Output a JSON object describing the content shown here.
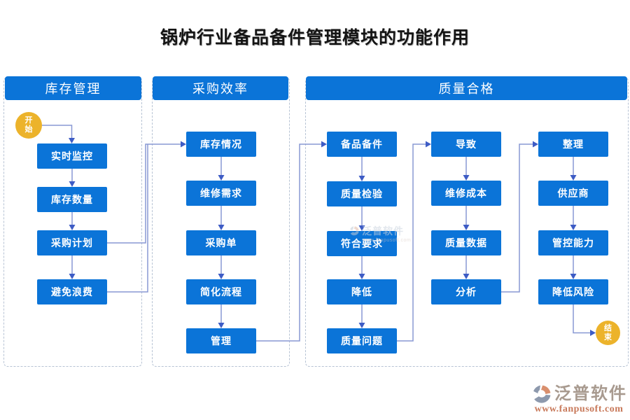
{
  "title": "锅炉行业备品备件管理模块的功能作用",
  "terminals": {
    "start": "开始",
    "end": "结束"
  },
  "sections": [
    {
      "id": "inventory-management",
      "header": "库存管理",
      "nodes": [
        "实时监控",
        "库存数量",
        "采购计划",
        "避免浪费"
      ]
    },
    {
      "id": "procurement-efficiency",
      "header": "采购效率",
      "nodes": [
        "库存情况",
        "维修需求",
        "采购单",
        "简化流程",
        "管理"
      ]
    },
    {
      "id": "quality-qualified",
      "header": "质量合格",
      "sub_columns": [
        {
          "nodes": [
            "备品备件",
            "质量检验",
            "符合要求",
            "降低",
            "质量问题"
          ]
        },
        {
          "nodes": [
            "导致",
            "维修成本",
            "质量数据",
            "分析"
          ]
        },
        {
          "nodes": [
            "整理",
            "供应商",
            "管控能力",
            "降低风险"
          ]
        }
      ]
    }
  ],
  "watermark": {
    "brand": "泛普软件",
    "url": "www.fanpusoft.com"
  },
  "logo": {
    "brand": "泛普软件",
    "url": "www.fanpusoft.com"
  },
  "colors": {
    "accent_blue": "#0b74d8",
    "terminal_gold": "#ecb32b",
    "line_blue": "#8898d4",
    "arrow_blue": "#3e5cc5",
    "dashed_border": "#b7c3d4",
    "logo_brand": "#a89a8f",
    "logo_url": "#c8795a"
  }
}
